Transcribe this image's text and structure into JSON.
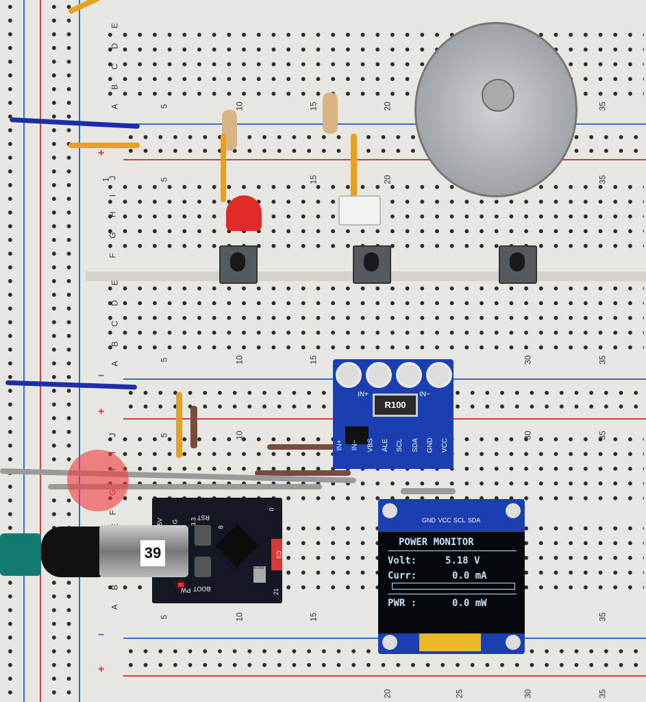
{
  "breadboard": {
    "row_letters_top": "A B C D E",
    "row_letters_bottom": "F G H I J",
    "column_numbers": [
      "1",
      "5",
      "10",
      "15",
      "20",
      "25",
      "30",
      "35"
    ],
    "plus_symbol": "+",
    "minus_symbol": "−"
  },
  "ina219_module": {
    "shunt_label": "R100",
    "terminal_labels": [
      "IN+",
      "IN−"
    ],
    "pins": [
      "IN+",
      "IN−",
      "VBS",
      "ALE",
      "SCL",
      "SDA",
      "GND",
      "VCC"
    ]
  },
  "oled_display": {
    "pins": [
      "GND",
      "VCC",
      "SCL",
      "SDA"
    ],
    "title": "POWER MONITOR",
    "volt_label": "Volt:",
    "volt_value": "5.18 V",
    "curr_label": "Curr:",
    "curr_value": "0.0 mA",
    "current_bar_fraction": 0,
    "pwr_label": "PWR :",
    "pwr_value": "0.0 mW"
  },
  "esp32_board": {
    "pin_labels": [
      "5V",
      "G",
      "3.3",
      "RST",
      "8",
      "0"
    ],
    "bottom_labels": [
      "PW",
      "BOOT",
      "21"
    ],
    "chip_label": "C3",
    "crystal_label": "40.000"
  },
  "usb_cable_label": "39",
  "colors": {
    "pcb_blue": "#1b3fb0",
    "rail_red": "#d83a36",
    "rail_blue": "#2e6fd0",
    "wire_orange": "#e8a020",
    "wire_blue": "#1c2fa8"
  }
}
